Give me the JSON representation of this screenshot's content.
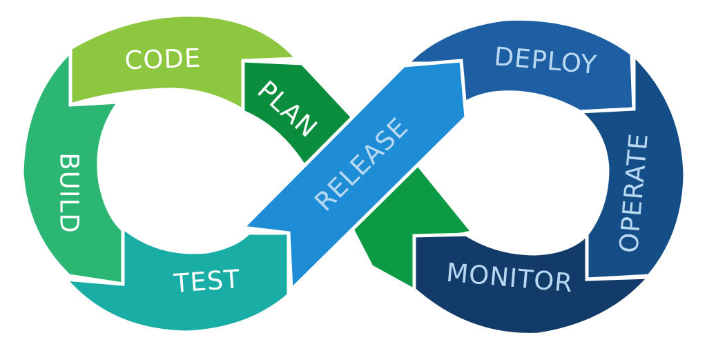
{
  "stages": {
    "plan": "PLAN",
    "code": "CODE",
    "build": "BUILD",
    "test": "TEST",
    "release": "RELEASE",
    "deploy": "DEPLOY",
    "operate": "OPERATE",
    "monitor": "MONITOR"
  },
  "colors": {
    "plan": "#0b8d3e",
    "code": "#8dc63f",
    "build": "#2bb673",
    "test": "#1aada5",
    "release": "#1f8dd6",
    "deploy": "#1e5fa3",
    "operate": "#154e86",
    "monitor": "#133b6a",
    "bridge_green": "#0d9a45"
  }
}
